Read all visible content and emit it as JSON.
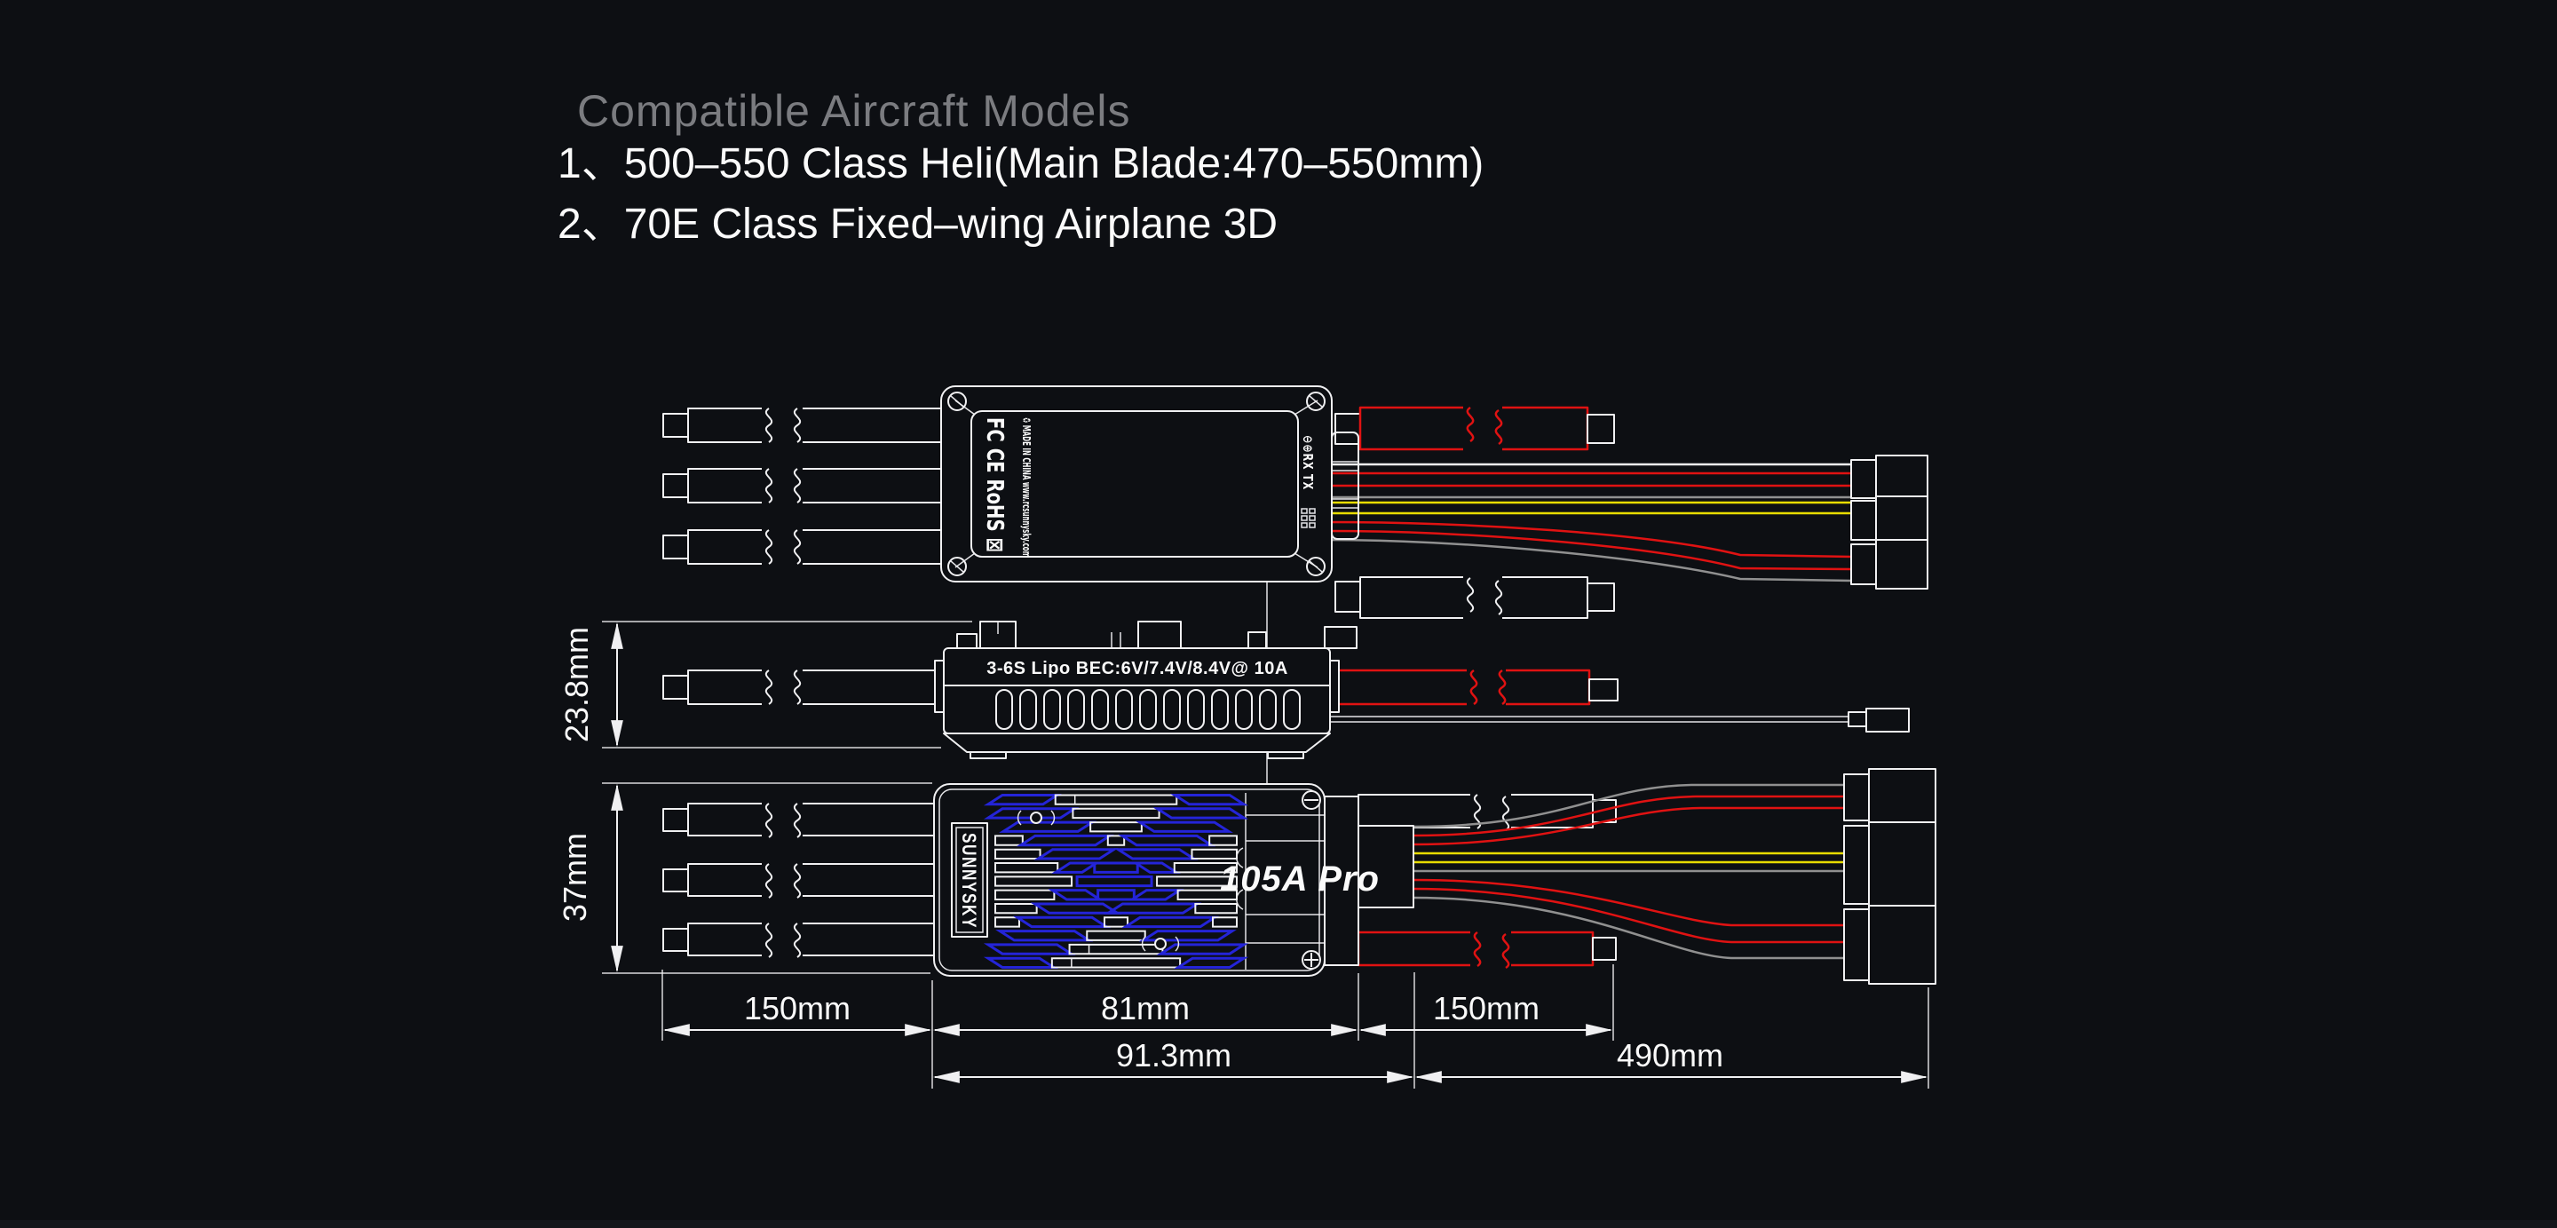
{
  "header": {
    "title": "Compatible Aircraft Models",
    "items": [
      "1、500–550 Class Heli(Main Blade:470–550mm)",
      "2、70E Class Fixed–wing Airplane 3D"
    ]
  },
  "esc": {
    "brand": "SUNNYSKY",
    "model": "105A Pro",
    "bec_label": "3-6S Lipo BEC:6V/7.4V/8.4V@ 10A",
    "cert_line": "FC CE RoHS ⊠",
    "made_line": "♻ MADE IN CHINA www.rcsunnysky.com",
    "port_label": "⊖⊕RX TX"
  },
  "dimensions": {
    "side_height": "23.8mm",
    "case_height": "37mm",
    "left_wire": "150mm",
    "case_width": "81mm",
    "right_wire": "150mm",
    "case_total": "91.3mm",
    "cable_total": "490mm"
  },
  "colors": {
    "bg": "#0d0f13",
    "line": "#f0f0f2",
    "red": "#e01212",
    "yellow": "#e8dc00",
    "gray": "#909090",
    "accent_blue": "#2424d8",
    "title_gray": "#7b7c80"
  }
}
